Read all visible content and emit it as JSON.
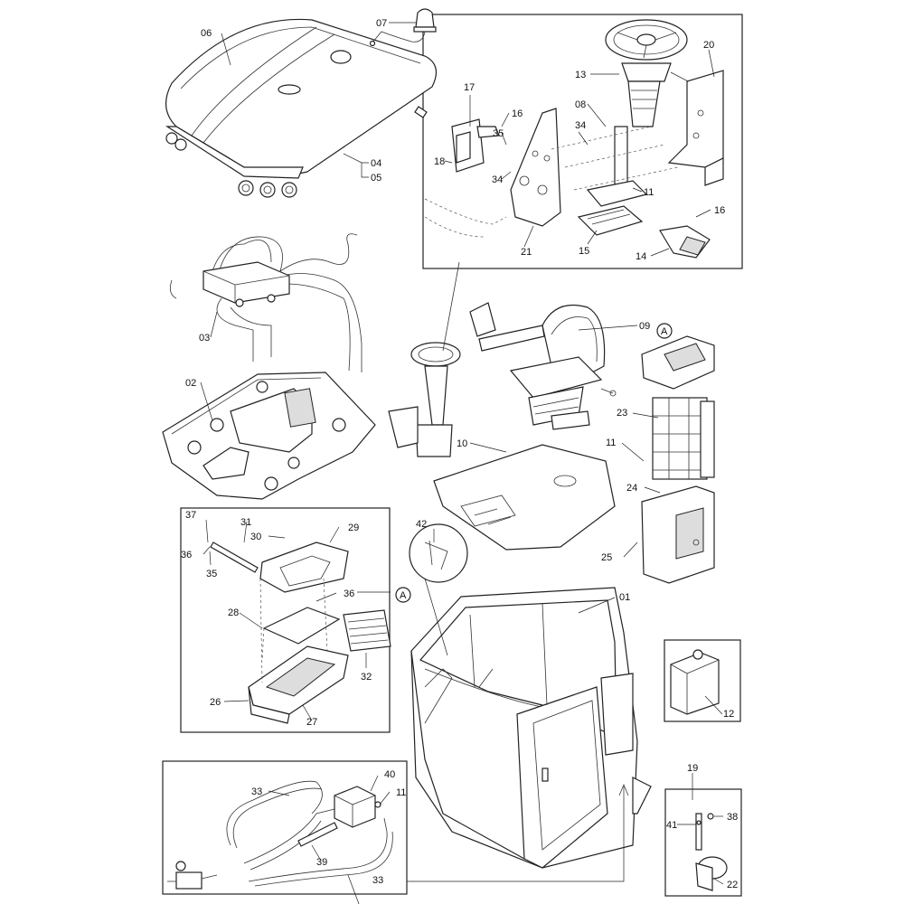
{
  "callouts": {
    "c01": "01",
    "c02": "02",
    "c03": "03",
    "c04": "04",
    "c05": "05",
    "c06": "06",
    "c07": "07",
    "c08": "08",
    "c09": "09",
    "c10": "10",
    "c11a": "11",
    "c11b": "11",
    "c11c": "11",
    "c12": "12",
    "c13": "13",
    "c14": "14",
    "c15": "15",
    "c16a": "16",
    "c16b": "16",
    "c17": "17",
    "c18": "18",
    "c19": "19",
    "c20": "20",
    "c21": "21",
    "c22": "22",
    "c23": "23",
    "c24": "24",
    "c25": "25",
    "c26": "26",
    "c27": "27",
    "c28": "28",
    "c29": "29",
    "c30": "30",
    "c31": "31",
    "c32": "32",
    "c33a": "33",
    "c33b": "33",
    "c34a": "34",
    "c34b": "34",
    "c35a": "35",
    "c35b": "35",
    "c36a": "36",
    "c36b": "36",
    "c37": "37",
    "c38": "38",
    "c39": "39",
    "c40": "40",
    "c41": "41",
    "c42": "42",
    "refA1": "A",
    "refA2": "A"
  }
}
